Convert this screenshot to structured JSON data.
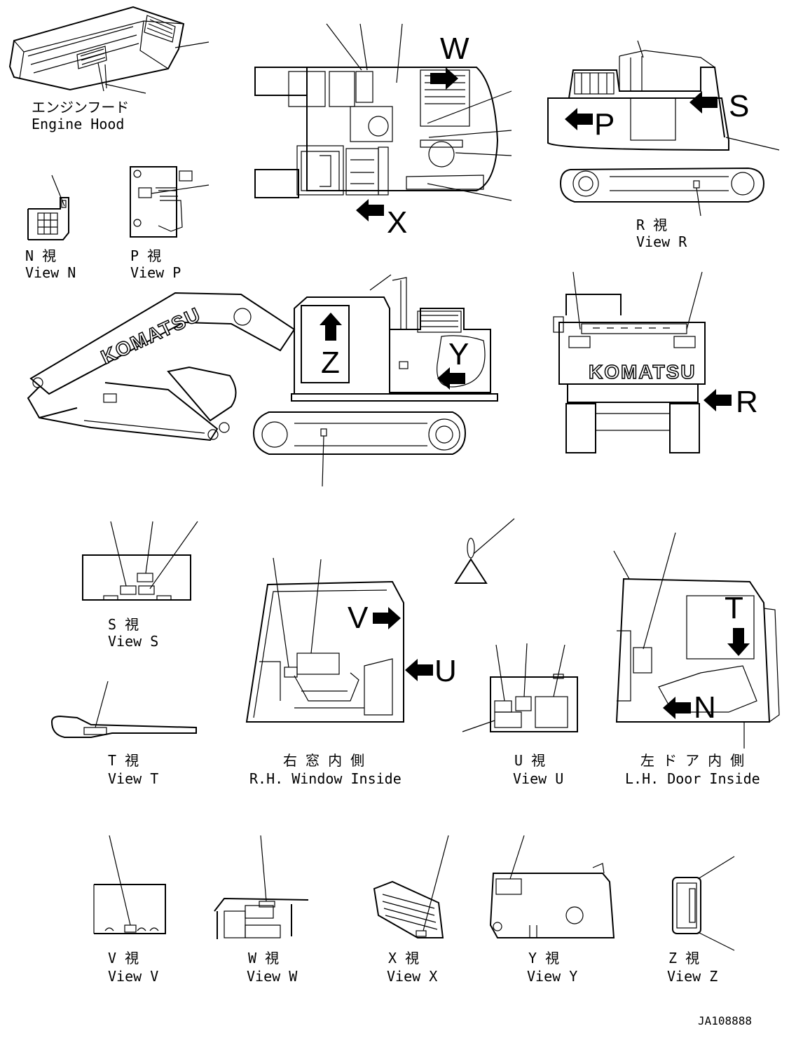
{
  "views": {
    "engine_hood": {
      "jp": "エンジンフード",
      "en": "Engine Hood"
    },
    "n": {
      "jp": "N 視",
      "en": "View N"
    },
    "p": {
      "jp": "P 視",
      "en": "View P"
    },
    "r": {
      "jp": "R 視",
      "en": "View R"
    },
    "s": {
      "jp": "S 視",
      "en": "View S"
    },
    "t": {
      "jp": "T 視",
      "en": "View T"
    },
    "rh_window": {
      "jp": "右 窓 内 側",
      "en": "R.H. Window Inside"
    },
    "u": {
      "jp": "U 視",
      "en": "View U"
    },
    "lh_door": {
      "jp": "左 ド ア 内 側",
      "en": "L.H. Door Inside"
    },
    "v": {
      "jp": "V 視",
      "en": "View V"
    },
    "w": {
      "jp": "W 視",
      "en": "View W"
    },
    "x": {
      "jp": "X 視",
      "en": "View X"
    },
    "y": {
      "jp": "Y 視",
      "en": "View Y"
    },
    "z": {
      "jp": "Z 視",
      "en": "View Z"
    }
  },
  "arrows": {
    "w": "W",
    "x": "X",
    "p": "P",
    "s": "S",
    "z": "Z",
    "y": "Y",
    "r": "R",
    "v": "V",
    "u": "U",
    "t": "T",
    "n": "N"
  },
  "brand": "KOMATSU",
  "drawing_number": "JA108888"
}
